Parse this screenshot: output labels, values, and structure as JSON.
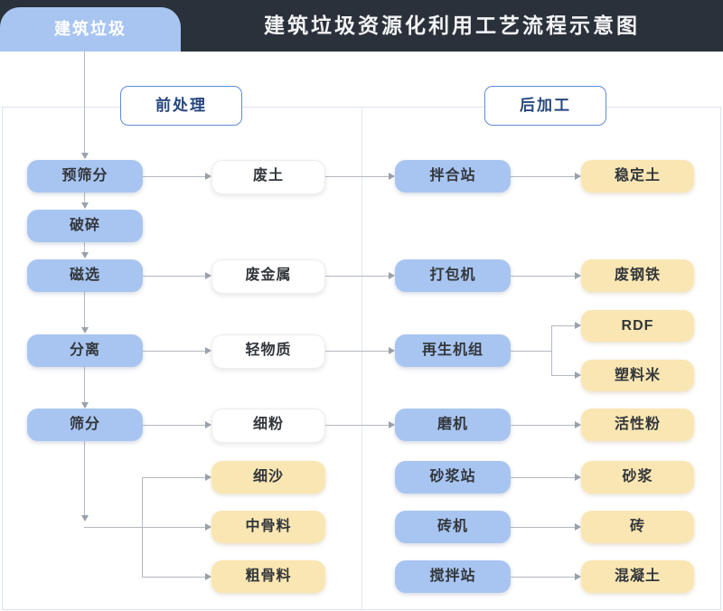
{
  "header": {
    "tab_label": "建筑垃圾",
    "title": "建筑垃圾资源化利用工艺流程示意图"
  },
  "sections": {
    "pre": "前处理",
    "post": "后加工"
  },
  "nodes": {
    "pre_screening": "预筛分",
    "crushing": "破碎",
    "magnetic_separation": "磁选",
    "separation": "分离",
    "screening": "筛分",
    "waste_soil": "废土",
    "waste_metal": "废金属",
    "light_material": "轻物质",
    "fine_powder": "细粉",
    "fine_sand": "细沙",
    "medium_aggregate": "中骨料",
    "coarse_aggregate": "粗骨料",
    "blending_station": "拌合站",
    "baler": "打包机",
    "recycling_unit": "再生机组",
    "mill": "磨机",
    "mortar_station": "砂浆站",
    "brick_machine": "砖机",
    "mixing_station": "搅拌站",
    "stabilized_soil": "稳定土",
    "scrap_steel": "废钢铁",
    "rdf": "RDF",
    "plastic_pellets": "塑料米",
    "active_powder": "活性粉",
    "mortar": "砂浆",
    "brick": "砖",
    "concrete": "混凝土"
  },
  "colors": {
    "header_bg": "#2b313a",
    "title_text": "#f3f4f6",
    "node_blue": "#a8c5f1",
    "node_yellow": "#fae6b2",
    "node_text": "#32363b",
    "section_border": "#5f8bd9",
    "section_text": "#27477e",
    "connector_line": "#b3b8c0",
    "panel_border": "#dce3ec"
  }
}
